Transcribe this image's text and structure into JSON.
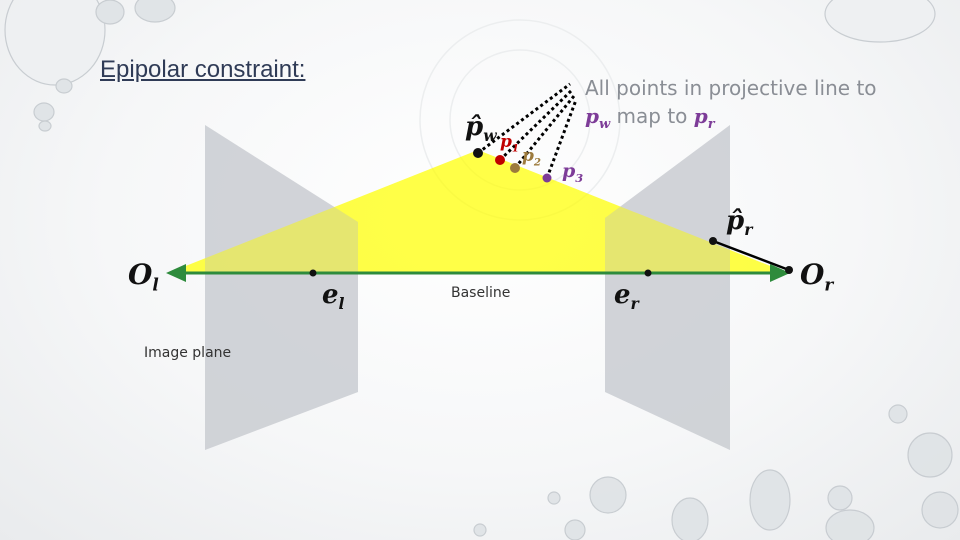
{
  "title": "Epipolar constraint:",
  "note": {
    "line1": "All points in projective line to",
    "line2_var1": "p",
    "line2_var1_sub": "w",
    "line2_mid": " map to ",
    "line2_var2": "p",
    "line2_var2_sub": "r"
  },
  "labels": {
    "pw": "p̂",
    "pw_sub": "w",
    "p1": "p",
    "p1_sub": "1",
    "p2": "p",
    "p2_sub": "2",
    "p3": "p",
    "p3_sub": "3",
    "pr": "p̂",
    "pr_sub": "r",
    "ol": "O",
    "ol_sub": "l",
    "or": "O",
    "or_sub": "r",
    "el": "e",
    "el_sub": "l",
    "er": "e",
    "er_sub": "r",
    "baseline": "Baseline",
    "image_plane": "Image plane"
  },
  "colors": {
    "triangle": "#ffff00",
    "baseline": "#2e8b3c",
    "plane": "#c9ccd1",
    "p1": "#c00000",
    "p2": "#9c7a3c",
    "p3": "#7d3c98",
    "note_vars": "#7d3c98",
    "title": "#2f3b56"
  }
}
